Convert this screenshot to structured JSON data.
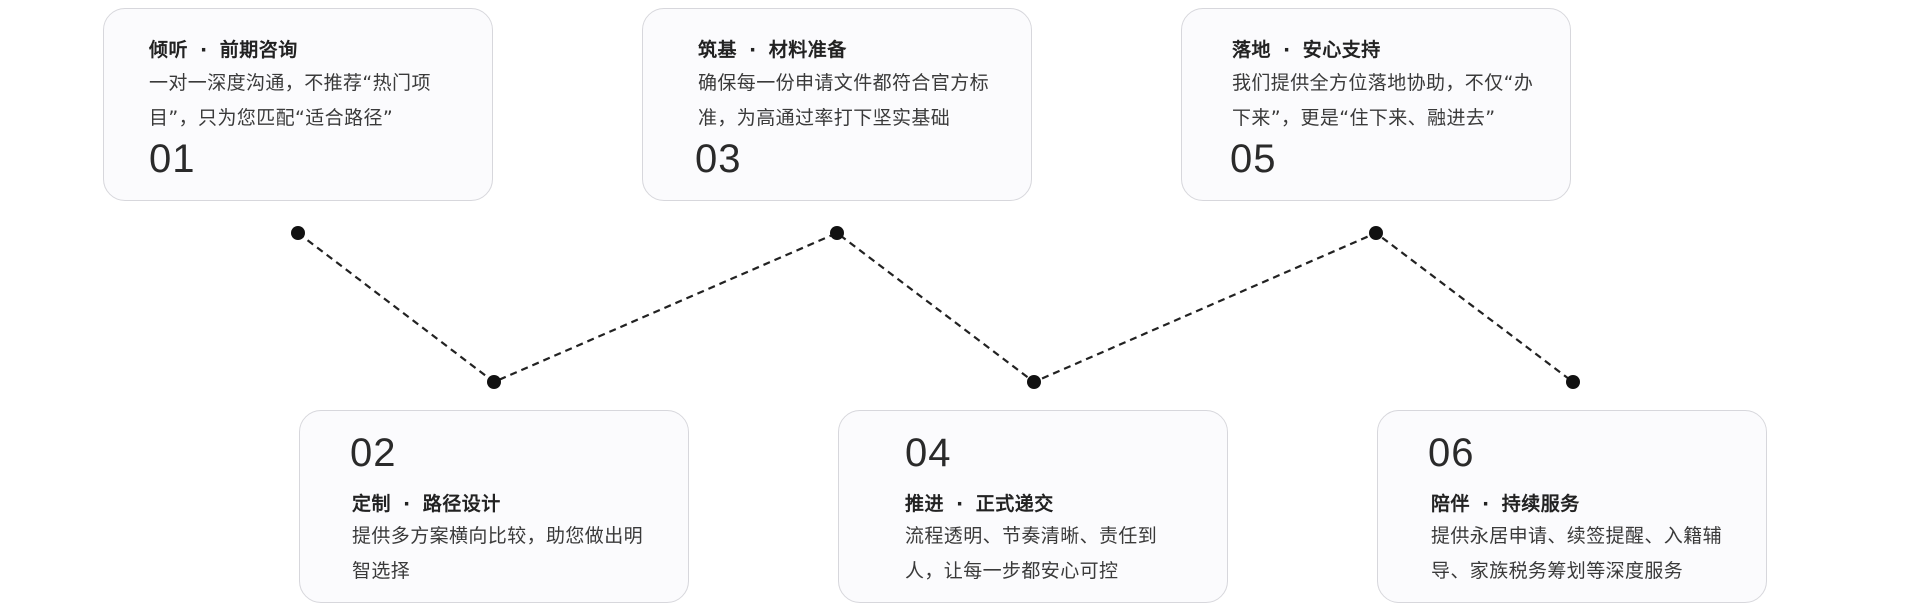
{
  "steps": [
    {
      "num": "01",
      "verb": "倾听",
      "dot": "·",
      "topic": "前期咨询",
      "desc": "一对一深度沟通，不推荐“热门项目”，只为您匹配“适合路径”"
    },
    {
      "num": "02",
      "verb": "定制",
      "dot": "·",
      "topic": "路径设计",
      "desc": "提供多方案横向比较，助您做出明智选择"
    },
    {
      "num": "03",
      "verb": "筑基",
      "dot": "·",
      "topic": "材料准备",
      "desc": "确保每一份申请文件都符合官方标准，为高通过率打下坚实基础"
    },
    {
      "num": "04",
      "verb": "推进",
      "dot": "·",
      "topic": "正式递交",
      "desc": "流程透明、节奏清晰、责任到人，让每一步都安心可控"
    },
    {
      "num": "05",
      "verb": "落地",
      "dot": "·",
      "topic": "安心支持",
      "desc": "我们提供全方位落地协助，不仅“办下来”，更是“住下来、融进去”"
    },
    {
      "num": "06",
      "verb": "陪伴",
      "dot": "·",
      "topic": "持续服务",
      "desc": "提供永居申请、续签提醒、入籍辅导、家族税务筹划等深度服务"
    }
  ],
  "colors": {
    "card_bg": "#fbfbfd",
    "card_border": "#d7d7dc",
    "line": "#222222",
    "node": "#111111"
  }
}
